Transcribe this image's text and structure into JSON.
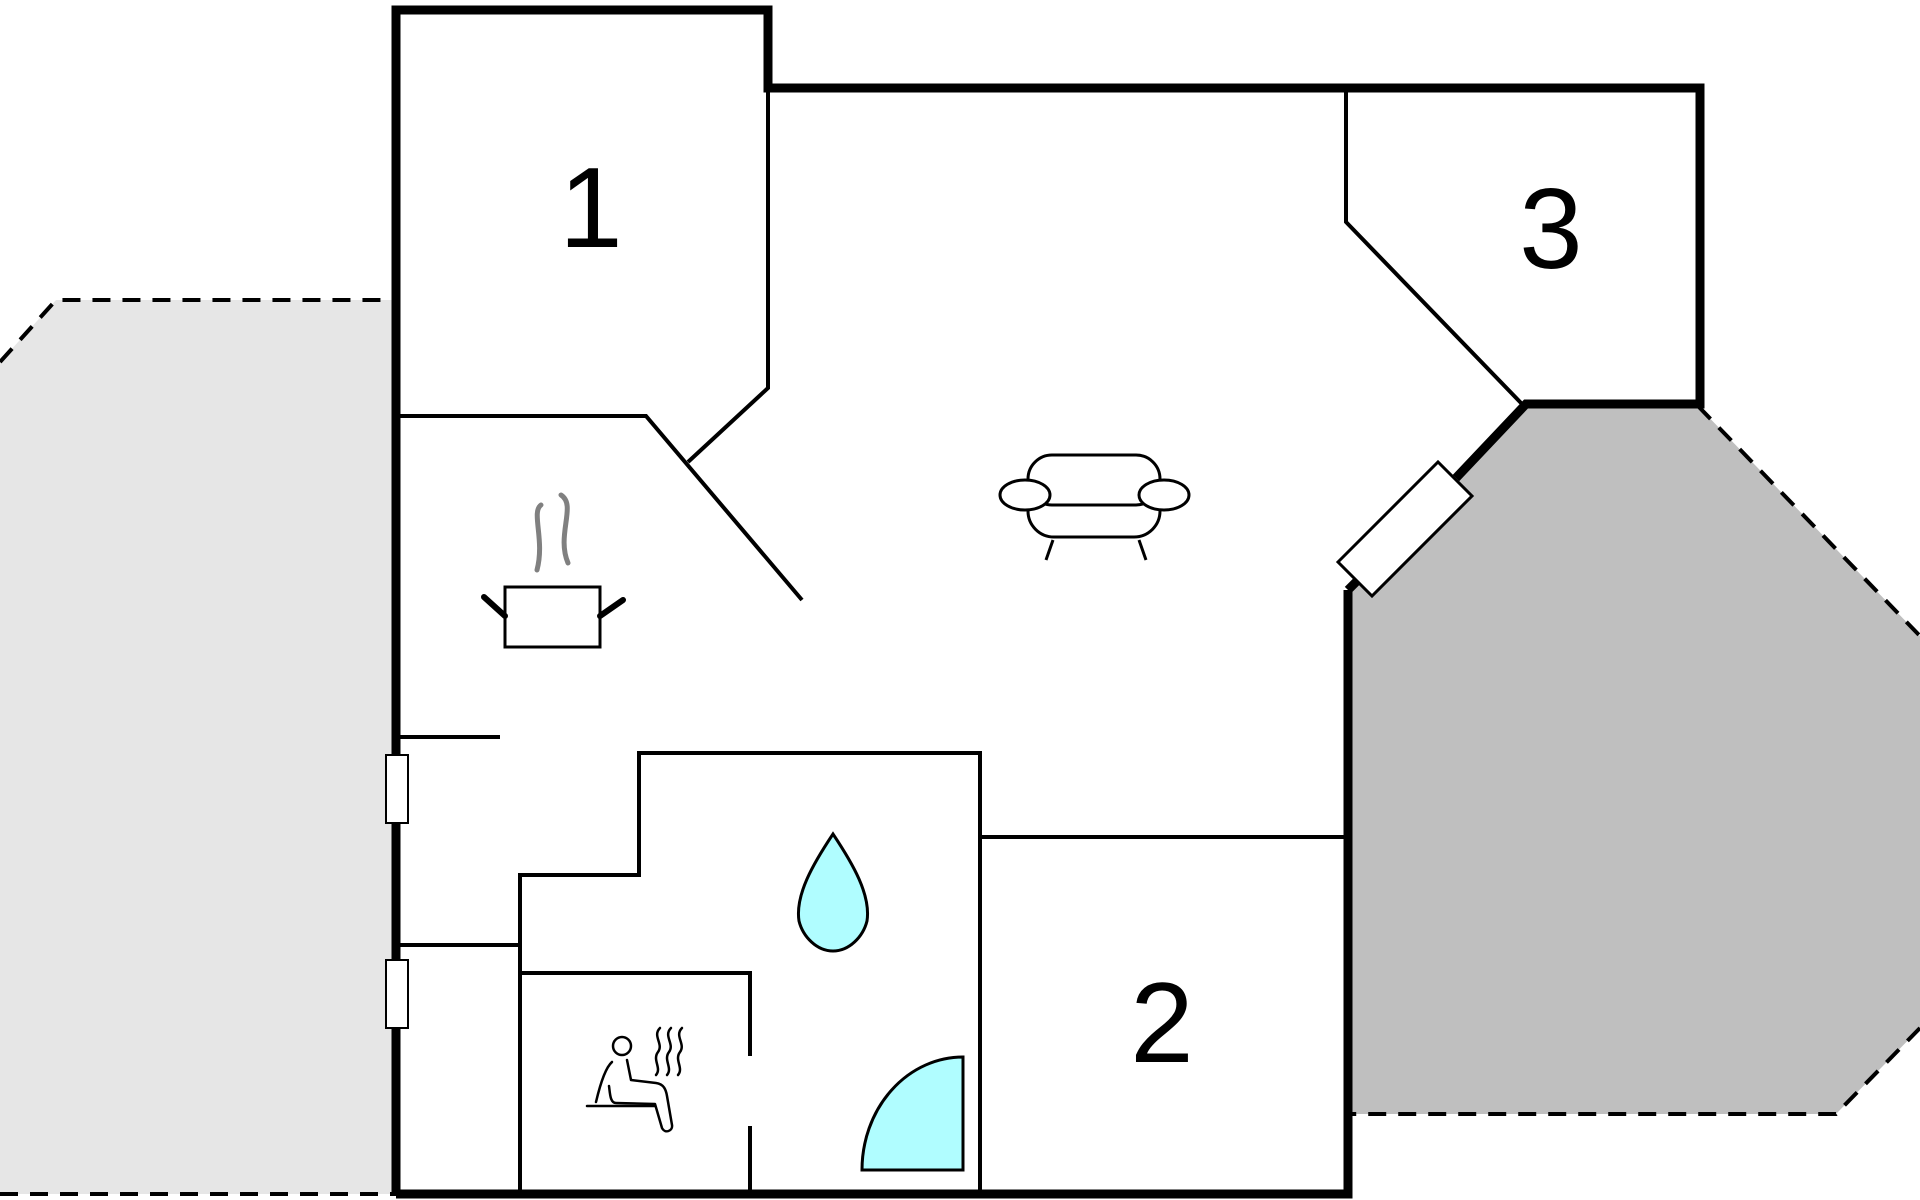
{
  "floor_plan": {
    "rooms": [
      {
        "id": "room-1",
        "label": "1"
      },
      {
        "id": "room-2",
        "label": "2"
      },
      {
        "id": "room-3",
        "label": "3"
      }
    ],
    "colors": {
      "wall": "#000000",
      "outdoor_area_light": "#e6e6e6",
      "outdoor_area_dark": "#bfbfbf",
      "water_fill": "#b0fdff",
      "steam": "#808080",
      "background": "#ffffff"
    },
    "icons": [
      "kitchen-pot-icon",
      "sofa-icon",
      "water-drop-icon",
      "sauna-icon",
      "shower-icon"
    ]
  }
}
